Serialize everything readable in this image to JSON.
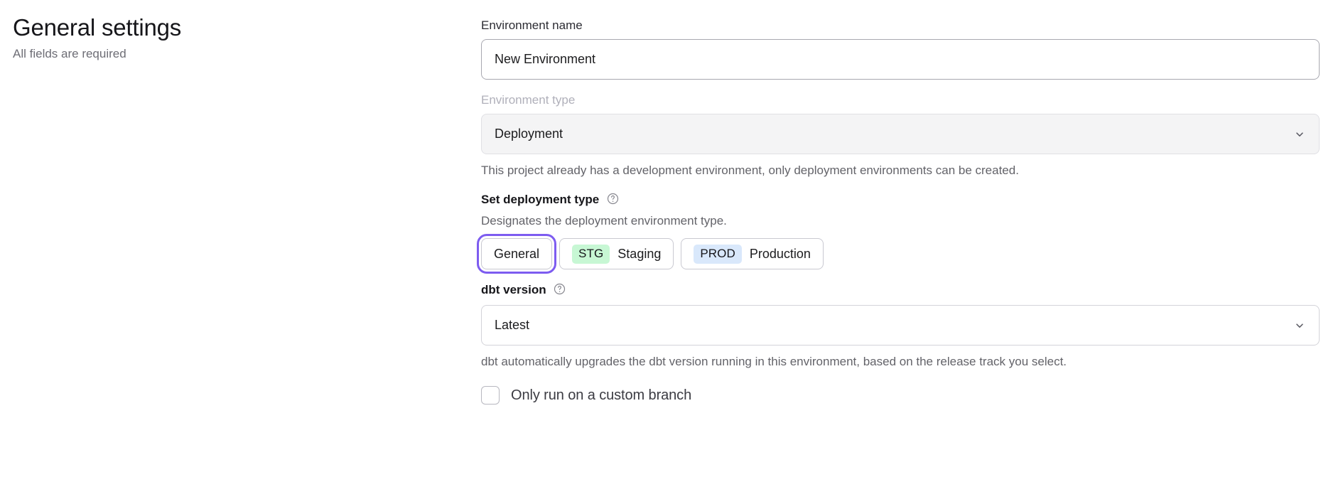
{
  "header": {
    "title": "General settings",
    "subtitle": "All fields are required"
  },
  "form": {
    "environment_name": {
      "label": "Environment name",
      "value": "New Environment",
      "placeholder": "New Environment"
    },
    "environment_type": {
      "label": "Environment type",
      "value": "Deployment",
      "disabled": true,
      "chevron_icon": "chevron-down-icon",
      "note": "This project already has a development environment, only deployment environments can be created."
    },
    "deployment_type": {
      "label": "Set deployment type",
      "help_icon": "question-circle-icon",
      "description": "Designates the deployment environment type.",
      "selected": "General",
      "options": [
        {
          "label": "General",
          "badge": "",
          "badge_color": "",
          "focused": true
        },
        {
          "label": "Staging",
          "badge": "STG",
          "badge_color": "#c7f7d4",
          "focused": false
        },
        {
          "label": "Production",
          "badge": "PROD",
          "badge_color": "#d9e8fb",
          "focused": false
        }
      ]
    },
    "dbt_version": {
      "label": "dbt version",
      "help_icon": "question-circle-icon",
      "value": "Latest",
      "chevron_icon": "chevron-down-icon",
      "note": "dbt automatically upgrades the dbt version running in this environment, based on the release track you select."
    },
    "custom_branch": {
      "label": "Only run on a custom branch",
      "checked": false
    }
  },
  "colors": {
    "focus_ring": "#7d5cf0",
    "staging_badge": "#c7f7d4",
    "production_badge": "#d9e8fb",
    "disabled_field_bg": "#f4f4f5"
  }
}
